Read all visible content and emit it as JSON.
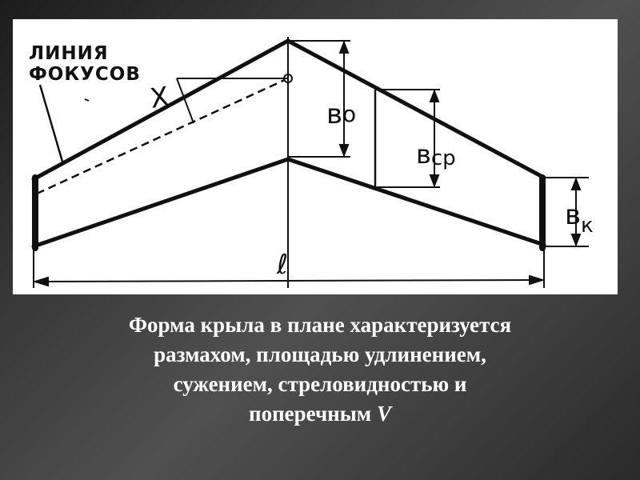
{
  "figure": {
    "focus_line_label_1": "ЛИНИЯ",
    "focus_line_label_2": "ФОКУСОВ",
    "x_label": "X",
    "b0_label": "в",
    "b0_sub": "о",
    "bcp_label": "в",
    "bcp_sub": "ср",
    "bk_label": "в",
    "bk_sub": "к",
    "span_label": "ℓ"
  },
  "caption": {
    "line1": "Форма крыла в плане характеризуется",
    "line2": "размахом, площадью удлинением,",
    "line3": "сужением, стреловидностью и",
    "line4_text": "поперечным ",
    "line4_symbol": "V"
  }
}
